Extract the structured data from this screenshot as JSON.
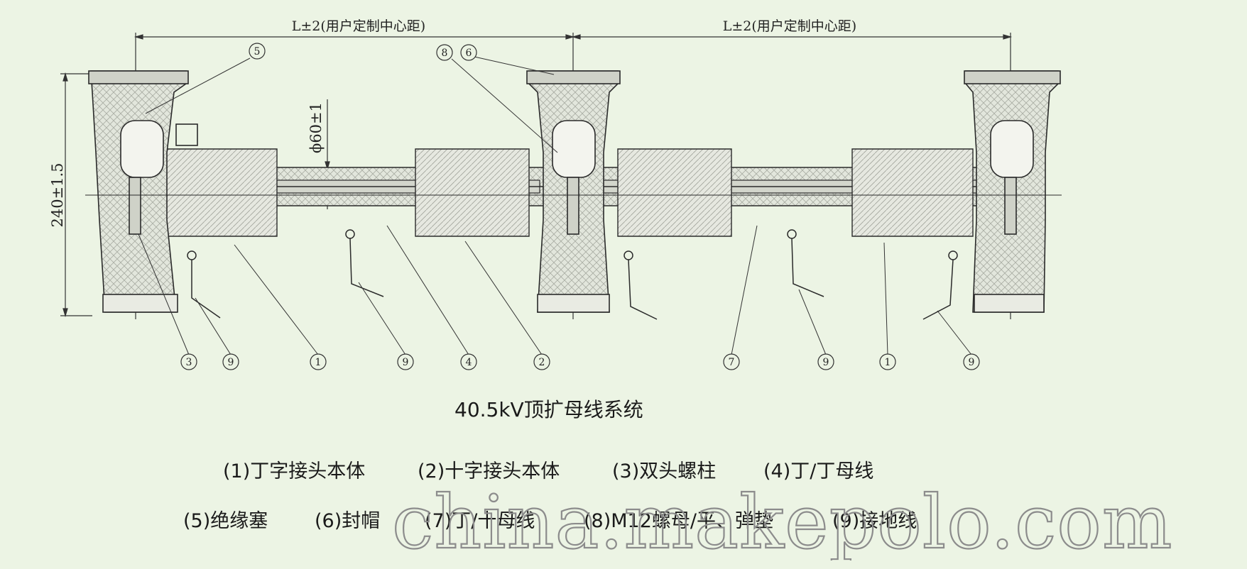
{
  "dimensions": {
    "center_distance_label": "L±2(用户定制中心距)",
    "height_label": "240±1.5",
    "diameter_label": "ϕ60±1"
  },
  "callouts": [
    "5",
    "8",
    "6",
    "3",
    "9",
    "1",
    "9",
    "4",
    "2",
    "7",
    "9",
    "1",
    "9"
  ],
  "caption": "40.5kV顶扩母线系统",
  "legend": {
    "row1": [
      "(1)丁字接头本体",
      "(2)十字接头本体",
      "(3)双头螺柱",
      "(4)丁/丁母线"
    ],
    "row2": [
      "(5)绝缘塞",
      "(6)封帽",
      "(7)丁/十母线",
      "(8)M12螺母/平、弹垫",
      "(9)接地线"
    ]
  },
  "watermark": "china.makepolo.com",
  "colors": {
    "background": "#ecf4e4",
    "line": "#2a2a2a",
    "hatch": "#9a9a9a",
    "watermark_stroke": "#8c8c8c"
  }
}
